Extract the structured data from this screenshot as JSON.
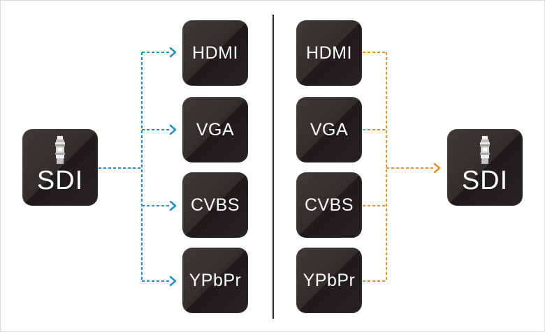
{
  "colors": {
    "left_wire": "#1b8fd6",
    "right_wire": "#ef8b1f",
    "tile_dark": "#2a2624",
    "divider": "#2b2b2b"
  },
  "left": {
    "source": {
      "label": "SDI",
      "icon": "bnc-connector-icon"
    },
    "outputs": [
      "HDMI",
      "VGA",
      "CVBS",
      "YPbPr"
    ]
  },
  "right": {
    "inputs": [
      "HDMI",
      "VGA",
      "CVBS",
      "YPbPr"
    ],
    "target": {
      "label": "SDI",
      "icon": "bnc-connector-icon"
    }
  }
}
